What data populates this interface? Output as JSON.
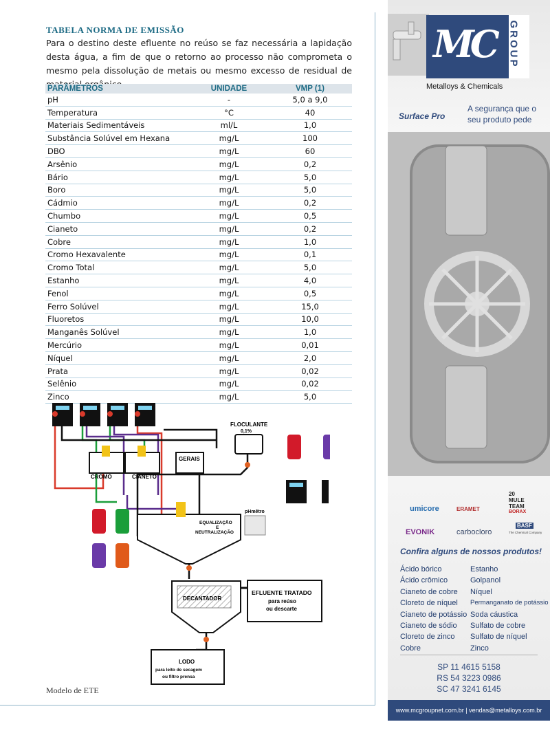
{
  "section": {
    "title": "TABELA NORMA DE EMISSÃO",
    "intro": "Para o destino deste efluente no reúso se faz necessária a lapidação desta água, a fim de que o retorno ao processo não comprometa o mesmo pela dissolução de metais ou mesmo excesso de residual de material orgânico."
  },
  "table": {
    "headers": [
      "PARÂMETROS",
      "UNIDADE",
      "VMP (1)"
    ],
    "rows": [
      [
        "pH",
        "-",
        "5,0 a 9,0"
      ],
      [
        "Temperatura",
        "°C",
        "40"
      ],
      [
        "Materiais Sedimentáveis",
        "ml/L",
        "1,0"
      ],
      [
        "Substância Solúvel em Hexana",
        "mg/L",
        "100"
      ],
      [
        "DBO",
        "mg/L",
        "60"
      ],
      [
        "Arsênio",
        "mg/L",
        "0,2"
      ],
      [
        "Bário",
        "mg/L",
        "5,0"
      ],
      [
        "Boro",
        "mg/L",
        "5,0"
      ],
      [
        "Cádmio",
        "mg/L",
        "0,2"
      ],
      [
        "Chumbo",
        "mg/L",
        "0,5"
      ],
      [
        "Cianeto",
        "mg/L",
        "0,2"
      ],
      [
        "Cobre",
        "mg/L",
        "1,0"
      ],
      [
        "Cromo Hexavalente",
        "mg/L",
        "0,1"
      ],
      [
        "Cromo Total",
        "mg/L",
        "5,0"
      ],
      [
        "Estanho",
        "mg/L",
        "4,0"
      ],
      [
        "Fenol",
        "mg/L",
        "0,5"
      ],
      [
        "Ferro Solúvel",
        "mg/L",
        "15,0"
      ],
      [
        "Fluoretos",
        "mg/L",
        "10,0"
      ],
      [
        "Manganês Solúvel",
        "mg/L",
        "1,0"
      ],
      [
        "Mercúrio",
        "mg/L",
        "0,01"
      ],
      [
        "Níquel",
        "mg/L",
        "2,0"
      ],
      [
        "Prata",
        "mg/L",
        "0,02"
      ],
      [
        "Selênio",
        "mg/L",
        "0,02"
      ],
      [
        "Zinco",
        "mg/L",
        "5,0"
      ]
    ]
  },
  "diagram": {
    "floculante_1": "FLOCULANTE",
    "floculante_2": "0,1%",
    "gerais": "GERAIS",
    "cromo": "CROMO",
    "cianeto": "CIANETO",
    "phmetro": "pHmêtro",
    "equal_1": "EQUALIZAÇÃO",
    "equal_2": "E",
    "equal_3": "NEUTRALIZAÇÃO",
    "decantador": "DECANTADOR",
    "efluente_1": "EFLUENTE TRATADO",
    "efluente_2": "para reúso",
    "efluente_3": "ou descarte",
    "lodo_1": "LODO",
    "lodo_2": "para leito de secagem",
    "lodo_3": "ou filtro prensa"
  },
  "caption": "Modelo de ETE",
  "ad": {
    "brand_letters": "MC",
    "group_word": "GROUP",
    "tagline": "Metalloys & Chemicals",
    "surfacepro": "Surface Pro",
    "slogan": "A segurança que o seu produto pede",
    "partners": {
      "umicore": "umicore",
      "eramet": "ERAMET",
      "twenty_mule_1": "20",
      "twenty_mule_2": "MULE",
      "twenty_mule_3": "TEAM",
      "twenty_mule_4": "BORAX",
      "basf": "BASF",
      "basf_sub": "The Chemical Company",
      "evonik": "EVONIK",
      "carbocloro": "carbocloro"
    },
    "products_title": "Confira alguns de nossos produtos!",
    "products_left": [
      "Ácido bórico",
      "Ácido crômico",
      "Cianeto de cobre",
      "Cloreto de níquel",
      "Cianeto de potássio",
      "Cianeto de sódio",
      "Cloreto de zinco",
      "Cobre"
    ],
    "products_right": [
      "Estanho",
      "Golpanol",
      "Níquel",
      "Permanganato de potássio",
      "Soda cáustica",
      "Sulfato de cobre",
      "Sulfato de níquel",
      "Zinco"
    ],
    "phones": [
      "SP 11 4615 5158",
      "RS 54 3223 0986",
      "SC 47 3241 6145"
    ],
    "footer": "www.mcgroupnet.com.br | vendas@metalloys.com.br"
  }
}
